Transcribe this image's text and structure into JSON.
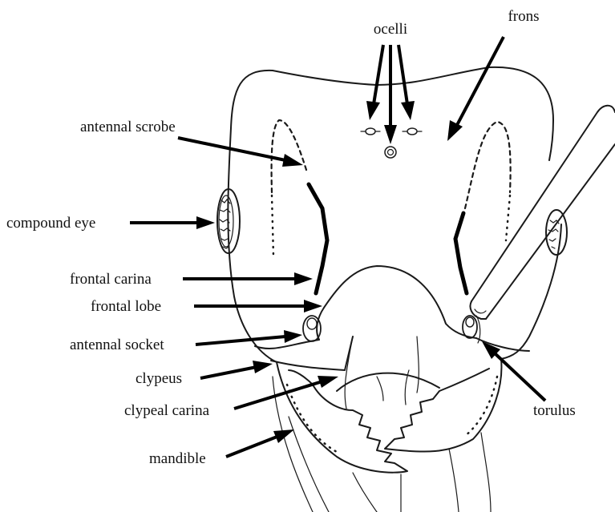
{
  "labels": {
    "ocelli": "ocelli",
    "frons": "frons",
    "antennal_scrobe": "antennal scrobe",
    "compound_eye": "compound eye",
    "frontal_carina": "frontal carina",
    "frontal_lobe": "frontal lobe",
    "antennal_socket": "antennal socket",
    "clypeus": "clypeus",
    "clypeal_carina": "clypeal carina",
    "mandible": "mandible",
    "torulus": "torulus"
  },
  "colors": {
    "line": "#1a1a1a",
    "text": "#111111",
    "background": "#ffffff"
  }
}
